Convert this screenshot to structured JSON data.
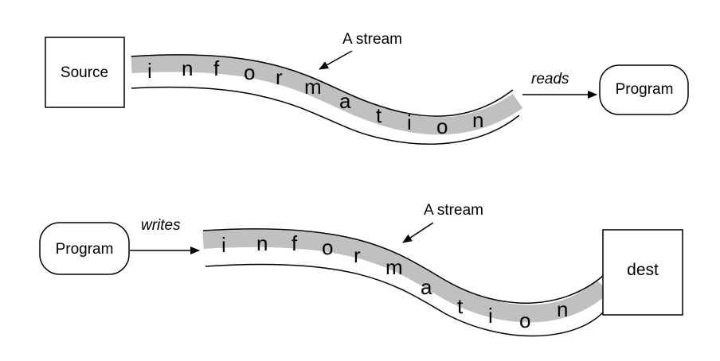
{
  "top": {
    "source_label": "Source",
    "program_label": "Program",
    "stream_label": "A stream",
    "action_label": "reads",
    "letters": [
      "i",
      "n",
      "f",
      "o",
      "r",
      "m",
      "a",
      "t",
      "i",
      "o",
      "n"
    ]
  },
  "bottom": {
    "program_label": "Program",
    "dest_label": "dest",
    "stream_label": "A stream",
    "action_label": "writes",
    "letters": [
      "i",
      "n",
      "f",
      "o",
      "r",
      "m",
      "a",
      "t",
      "i",
      "o",
      "n"
    ]
  },
  "colors": {
    "stream_fill": "#c0c0c0",
    "stroke": "#000000",
    "background": "#ffffff"
  }
}
